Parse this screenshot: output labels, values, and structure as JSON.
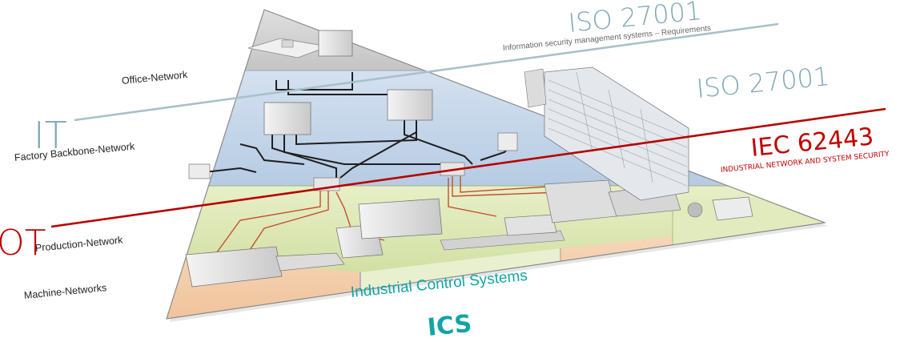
{
  "layers": {
    "office": "Office-Network",
    "backbone": "Factory Backbone-Network",
    "production": "Production-Network",
    "machine": "Machine-Networks"
  },
  "standards": {
    "iso_top_title": "ISO 27001",
    "iso_top_subtitle": "Information security management systems – Requirements",
    "iso_mid_title": "ISO 27001",
    "iec_title": "IEC 62443",
    "iec_subtitle": "INDUSTRIAL NETWORK AND SYSTEM SECURITY"
  },
  "domains": {
    "it": "IT",
    "ot": "OT"
  },
  "ics": {
    "subtitle": "Industrial Control Systems",
    "title": "ICS"
  },
  "colors": {
    "iso": "#7fa7b6",
    "iec": "#c00000",
    "ics": "#12a4a4",
    "office_zone": "#cfcfcf",
    "backbone_zone": "#c6d6ea",
    "production_zone": "#dde8b8",
    "machine_zone": "#f2c9a6"
  }
}
